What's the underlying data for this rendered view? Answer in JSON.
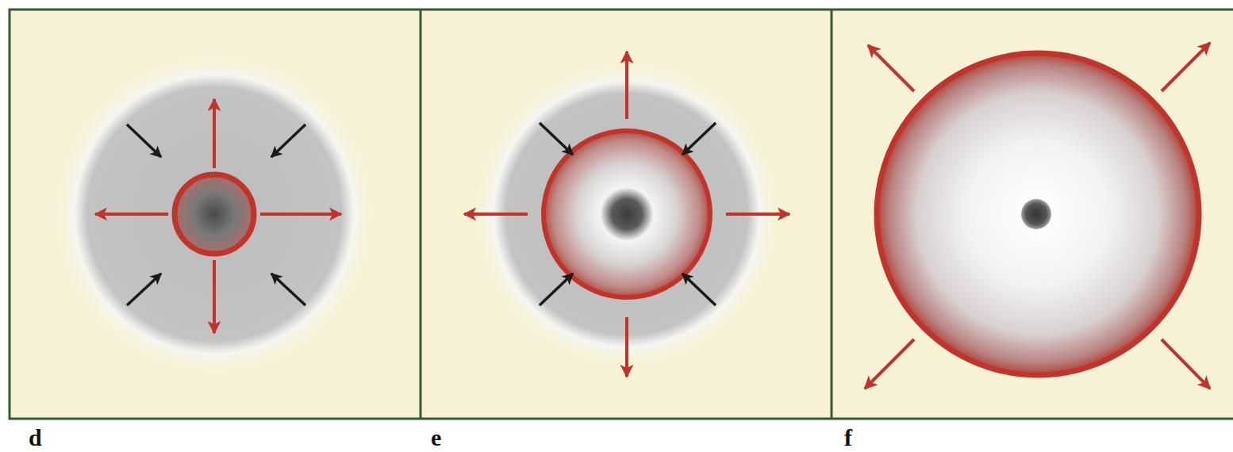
{
  "diagram": {
    "labels": [
      "d",
      "e",
      "f"
    ]
  }
}
